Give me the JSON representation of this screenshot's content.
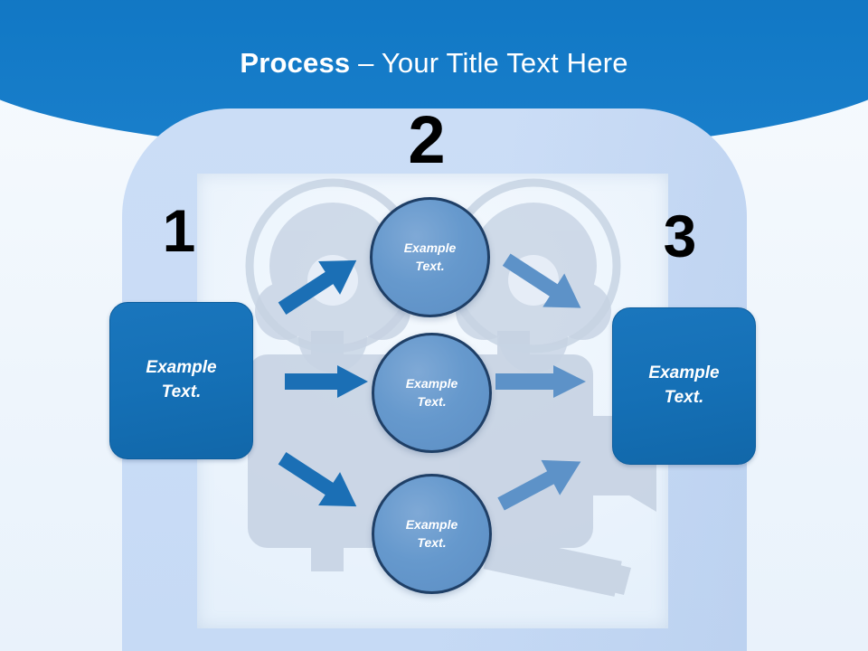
{
  "slide": {
    "title": {
      "strong": "Process",
      "rest": " – Your Title Text Here"
    },
    "background_colors": {
      "header_blue": "#1272bd",
      "header_band": "#aac4e6",
      "panel_blue": "#c9dcf6",
      "panel_white": "#eaf3fc",
      "slide_base": "#f6fafe"
    }
  },
  "steps": [
    {
      "number": "1",
      "label_line1": "Example",
      "label_line2": "Text."
    },
    {
      "number": "2",
      "label_line1": "Example",
      "label_line2": "Text."
    },
    {
      "number": "3",
      "label_line1": "Example",
      "label_line2": "Text."
    }
  ],
  "side_boxes": {
    "left": {
      "line1": "Example",
      "line2": "Text.",
      "fill": "#1570b6",
      "text_color": "#ffffff"
    },
    "right": {
      "line1": "Example",
      "line2": "Text.",
      "fill": "#1570b6",
      "text_color": "#ffffff"
    }
  },
  "circles": [
    {
      "id": "top",
      "line1": "Example",
      "line2": "Text.",
      "fill": "#6699cd",
      "stroke": "#1f3f66"
    },
    {
      "id": "middle",
      "line1": "Example",
      "line2": "Text.",
      "fill": "#6699cd",
      "stroke": "#1f3f66"
    },
    {
      "id": "bottom",
      "line1": "Example",
      "line2": "Text.",
      "fill": "#6699cd",
      "stroke": "#1f3f66"
    }
  ],
  "arrows": {
    "inbound_color": "#1b6fb5",
    "outbound_color": "#5d92c8",
    "items": [
      {
        "name": "arrow-in-top",
        "direction": "up-right",
        "color": "#1b6fb5"
      },
      {
        "name": "arrow-in-middle",
        "direction": "right",
        "color": "#1b6fb5"
      },
      {
        "name": "arrow-in-bottom",
        "direction": "down-right",
        "color": "#1b6fb5"
      },
      {
        "name": "arrow-out-top",
        "direction": "down-right",
        "color": "#5d92c8"
      },
      {
        "name": "arrow-out-middle",
        "direction": "right",
        "color": "#5d92c8"
      },
      {
        "name": "arrow-out-bottom",
        "direction": "up-right",
        "color": "#5d92c8"
      }
    ]
  },
  "watermark": {
    "name": "movie-camera-watermark",
    "color": "#c3cfe0"
  }
}
